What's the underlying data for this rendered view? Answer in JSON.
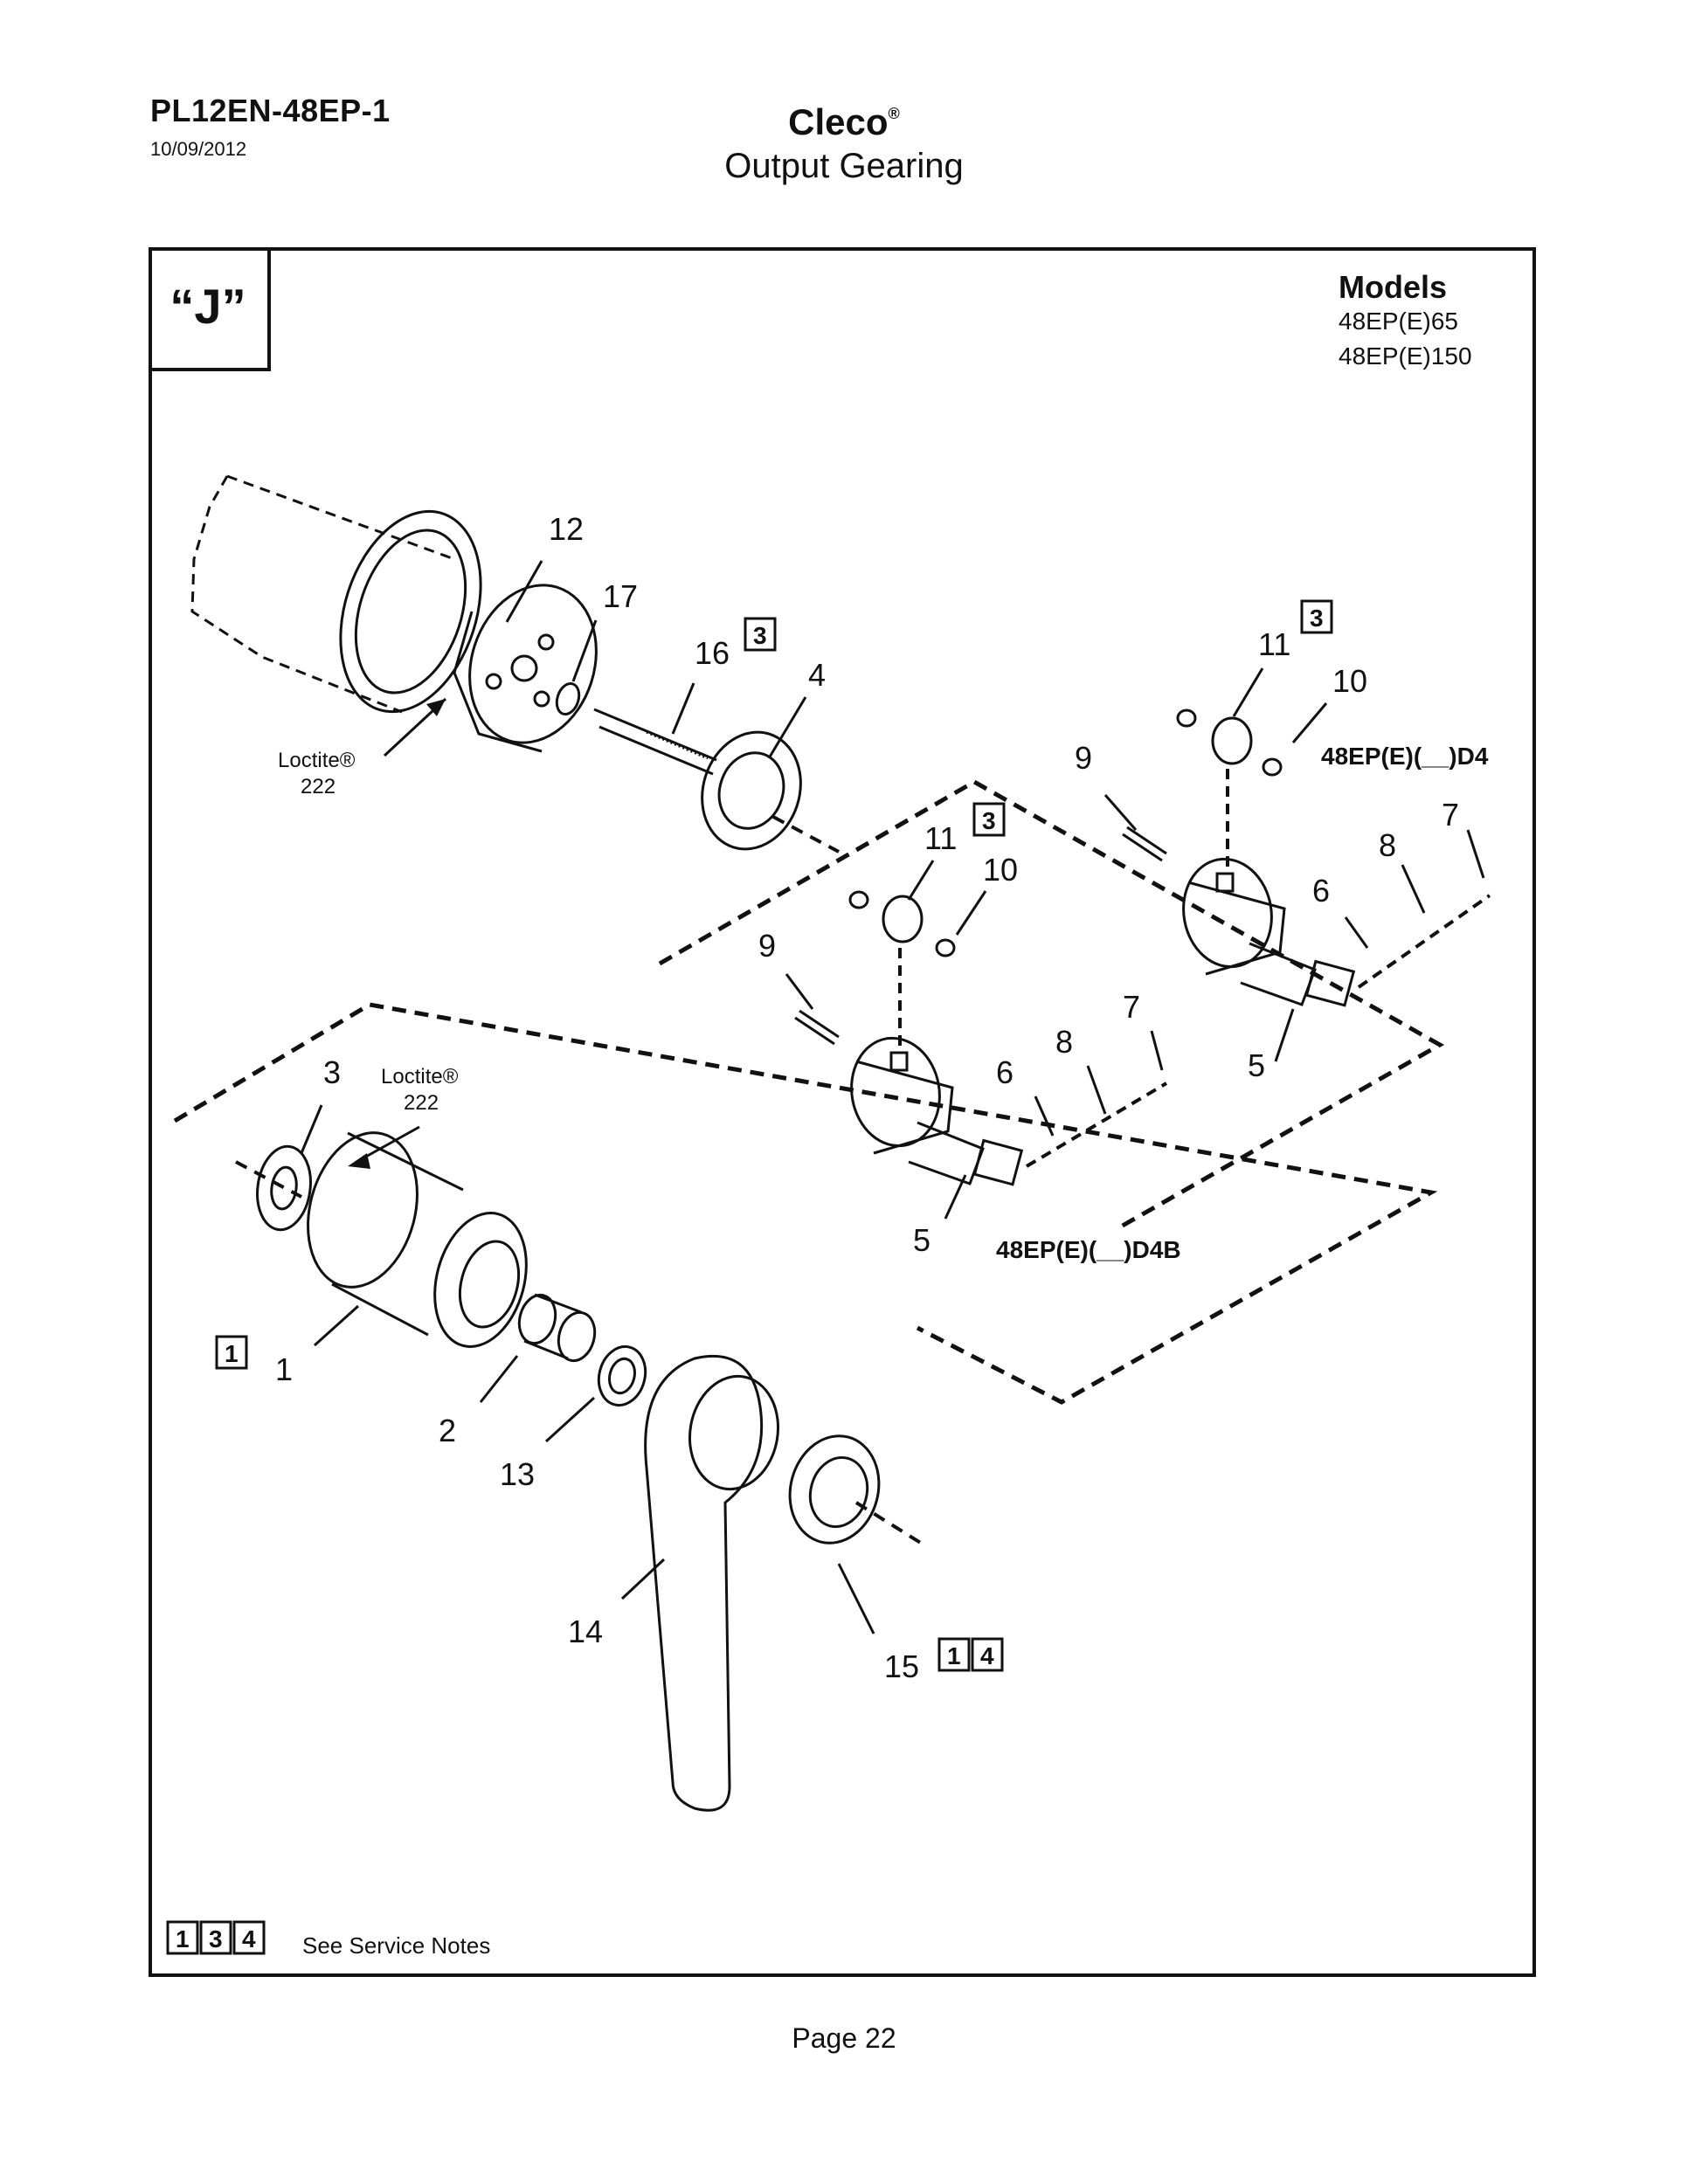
{
  "header": {
    "doc_id": "PL12EN-48EP-1",
    "date": "10/09/2012",
    "brand": "Cleco",
    "brand_mark": "®",
    "title": "Output Gearing"
  },
  "section": {
    "label": "“J”"
  },
  "models": {
    "heading": "Models",
    "items": [
      "48EP(E)65",
      "48EP(E)150"
    ]
  },
  "variants": {
    "d4": "48EP(E)(__)D4",
    "d4b": "48EP(E)(__)D4B"
  },
  "loctite": {
    "name": "Loctite®",
    "grade": "222"
  },
  "part_labels": {
    "p1": "1",
    "p2": "2",
    "p3": "3",
    "p4": "4",
    "p5": "5",
    "p6": "6",
    "p7": "7",
    "p8": "8",
    "p9": "9",
    "p10": "10",
    "p11": "11",
    "p12": "12",
    "p13": "13",
    "p14": "14",
    "p15": "15",
    "p16": "16",
    "p17": "17"
  },
  "service_note_marks": {
    "n1": "1",
    "n3": "3",
    "n4": "4"
  },
  "footer": {
    "legend": "See Service Notes",
    "page": "Page 22"
  }
}
